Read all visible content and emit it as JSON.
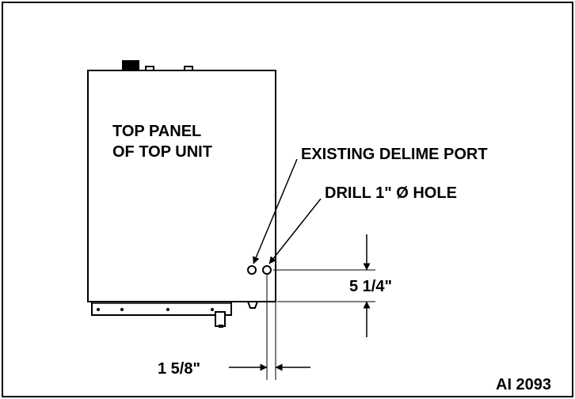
{
  "labels": {
    "panel_line1": "TOP PANEL",
    "panel_line2": "OF TOP UNIT",
    "existing_port": "EXISTING DELIME PORT",
    "drill_hole": "DRILL 1\" Ø HOLE",
    "vertical_dimension": "5 1/4\"",
    "horizontal_dimension": "1 5/8\"",
    "figure_id": "AI 2093"
  },
  "colors": {
    "line": "#000000",
    "background": "#ffffff"
  }
}
